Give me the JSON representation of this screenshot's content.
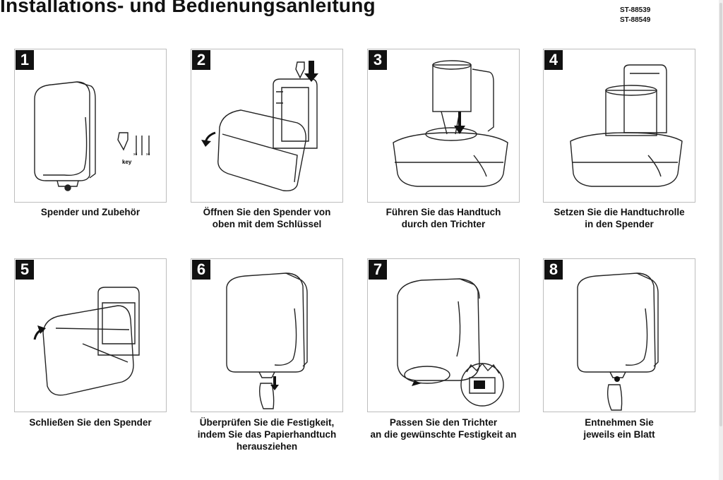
{
  "header": {
    "title": "Installations- und Bedienungsanleitung",
    "codes": [
      "ST-88539",
      "ST-88549"
    ]
  },
  "steps": [
    {
      "number": "1",
      "caption": [
        "Spender und Zubehör"
      ],
      "labels": {
        "key": "key",
        "qty_a": "x4",
        "qty_b": "x4"
      }
    },
    {
      "number": "2",
      "caption": [
        "Öffnen Sie den Spender von",
        "oben mit dem Schlüssel"
      ]
    },
    {
      "number": "3",
      "caption": [
        "Führen Sie das Handtuch",
        "durch den Trichter"
      ]
    },
    {
      "number": "4",
      "caption": [
        "Setzen Sie die Handtuchrolle",
        "in den Spender"
      ]
    },
    {
      "number": "5",
      "caption": [
        "Schließen Sie den Spender"
      ]
    },
    {
      "number": "6",
      "caption": [
        "Überprüfen Sie die Festigkeit,",
        "indem Sie das Papierhandtuch",
        "herausziehen"
      ]
    },
    {
      "number": "7",
      "caption": [
        "Passen Sie den Trichter",
        "an die gewünschte Festigkeit an"
      ]
    },
    {
      "number": "8",
      "caption": [
        "Entnehmen Sie",
        "jeweils ein Blatt"
      ]
    }
  ]
}
